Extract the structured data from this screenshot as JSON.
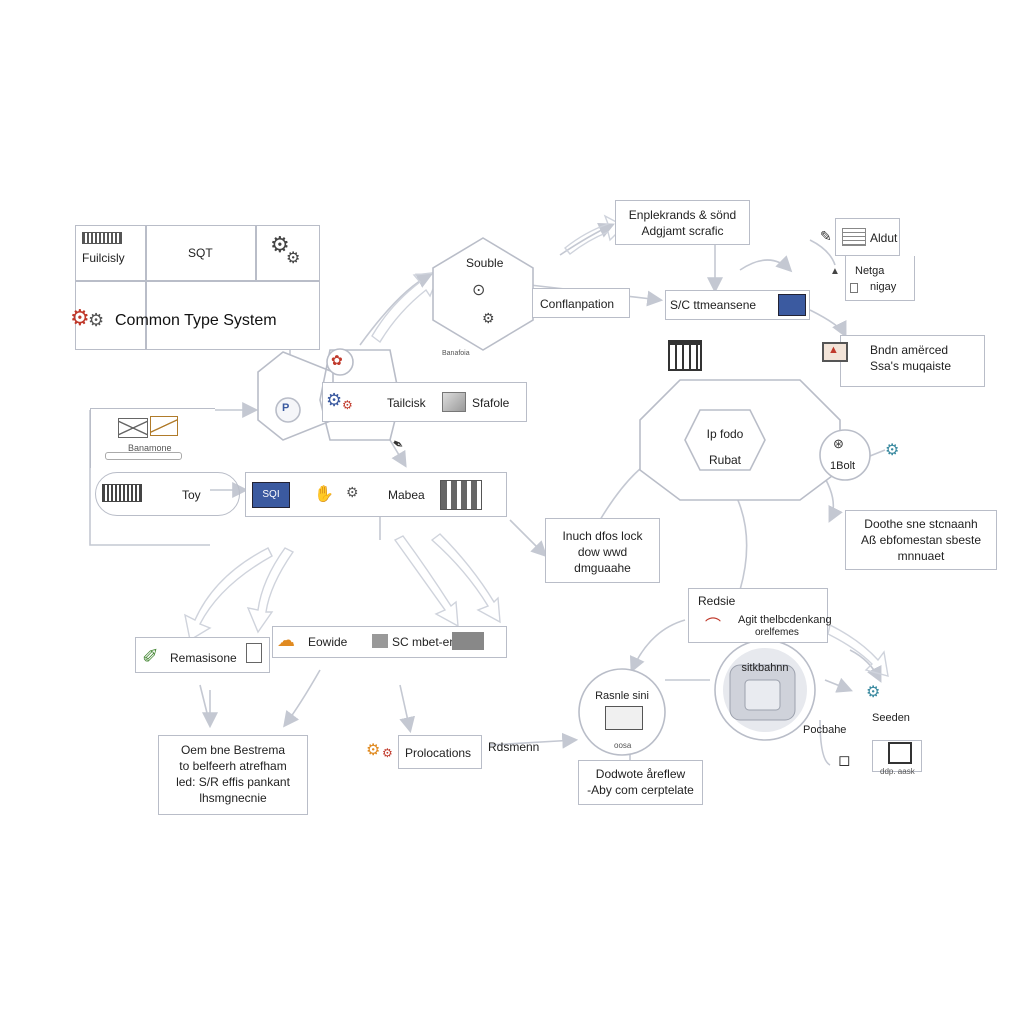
{
  "colors": {
    "line": "#c4c8d2",
    "arrow": "#cfd3dc",
    "box_border": "#b9bdc8",
    "accent_red": "#c0392b",
    "accent_blue": "#3b5aa0",
    "accent_orange": "#e08a20"
  },
  "icons": [
    "gear-icon",
    "envelope-icon",
    "building-icon",
    "monitor-icon",
    "cloud-icon",
    "pencil-icon",
    "grid-icon",
    "cursor-icon"
  ],
  "table": {
    "cell_a": "Fuilcisly",
    "cell_b": "SQT",
    "title": "Common Type System"
  },
  "hex_top": {
    "title": "Souble",
    "sub": "Banafoia"
  },
  "connector_label": "Conflanpation",
  "top_box": {
    "line1": "Enplekrands & sönd",
    "line2": "Adgjamt scrafic"
  },
  "top_right_box": {
    "line1": "Aldut",
    "line2": "Netga",
    "line3": "nigay"
  },
  "sc_box": "S/C ttmeansene",
  "right_box_1": {
    "line1": "Bndn amërced",
    "line2": "Ssa's muqaiste"
  },
  "tab_row": {
    "a": "Tailcisk",
    "b": "Sfafole"
  },
  "env_label": "Banamone",
  "toy_label": "Toy",
  "mid_row": "Mabea",
  "big_hex": {
    "line1": "Ip fodo",
    "line2": "Rubat"
  },
  "circle_label": "1Bolt",
  "inner_box": {
    "line1": "Inuch dfos lock",
    "line2": "dow wwd",
    "line3": "dmguaahe"
  },
  "right_box_2": {
    "line1": "Doothe sne stcnaanh",
    "line2": "Aß ebfomestan sbeste",
    "line3": "mnnuaet"
  },
  "remission": "Remasisone",
  "row3": {
    "a": "Eowide",
    "b": "SC mbet-enact"
  },
  "bottom_left_box": {
    "line1": "Oem  bne Bestrema",
    "line2": "to belfeerh atrefham",
    "line3": "led: S/R effis pankant",
    "line4": "lhsmgnecnie"
  },
  "probations": "Prolocations",
  "rdsmenn": "Rdsmenn",
  "radie": "Redsie",
  "agit_box": {
    "line1": "Agit thelbcdenkang",
    "line2": "orelfemes"
  },
  "circle_left": {
    "title": "Rasnle sini",
    "sub": "oosa"
  },
  "circle_mid": "sitkbahnn",
  "bottom_right_1": "Pocbahe",
  "bottom_right_2": "Seeden",
  "bottom_box": {
    "line1": "Dodwote åreflew",
    "line2": "-Aby com cerptelate"
  },
  "bottom_icon_label": "ddp. aask"
}
